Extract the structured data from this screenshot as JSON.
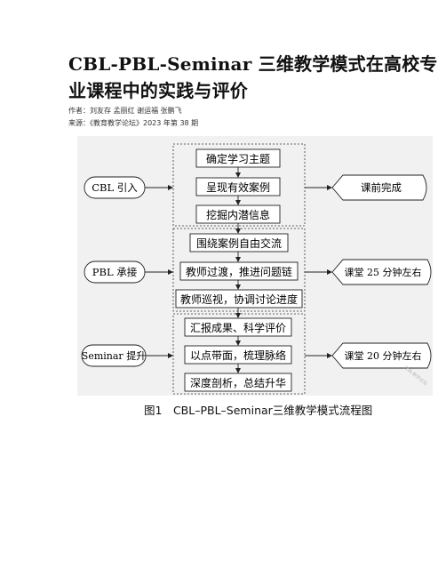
{
  "article": {
    "title_line1": "CBL-PBL-Seminar 三维教学模式在高校专",
    "title_line2": "业课程中的实践与评价",
    "authors": "作者：刘友存 孟丽红 谢运福 张鹏飞",
    "source": "来源：《教育教学论坛》2023 年第 38 期"
  },
  "figure": {
    "caption": "图1　CBL–PBL–Seminar三维教学模式流程图",
    "left_labels": [
      "CBL 引入",
      "PBL 承接",
      "Seminar 提升"
    ],
    "right_labels": [
      "课前完成",
      "课堂 25 分钟左右",
      "课堂 20 分钟左右"
    ],
    "steps": [
      [
        "确定学习主题",
        "呈现有效案例",
        "挖掘内潜信息"
      ],
      [
        "围绕案例自由交流",
        "教师过渡，推进问题链",
        "教师巡视，协调讨论进度"
      ],
      [
        "汇报成果、科学评价",
        "以点带面，梳理脉络",
        "深度剖析，总结升华"
      ]
    ],
    "background_color": "#f1f1f1",
    "stroke_color": "#222222"
  },
  "watermark": "文档·教学论坛"
}
